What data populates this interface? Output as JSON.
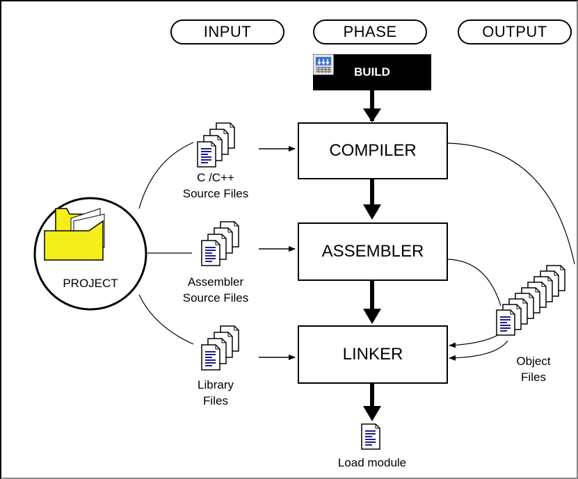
{
  "header": {
    "input_label": "INPUT",
    "phase_label": "PHASE",
    "output_label": "OUTPUT"
  },
  "build": {
    "label": "BUILD"
  },
  "phases": {
    "compiler": "COMPILER",
    "assembler": "ASSEMBLER",
    "linker": "LINKER"
  },
  "project": {
    "label": "PROJECT"
  },
  "inputs": {
    "c_source": [
      "C /C++",
      "Source Files"
    ],
    "asm_source": [
      "Assembler",
      "Source Files"
    ],
    "library": [
      "Library",
      "Files"
    ]
  },
  "outputs": {
    "object_files": [
      "Object",
      "Files"
    ],
    "load_module": "Load module"
  },
  "colors": {
    "folder": "#f4ef1a",
    "document_lines": "#1b1b8c",
    "build_bg": "#000000"
  }
}
